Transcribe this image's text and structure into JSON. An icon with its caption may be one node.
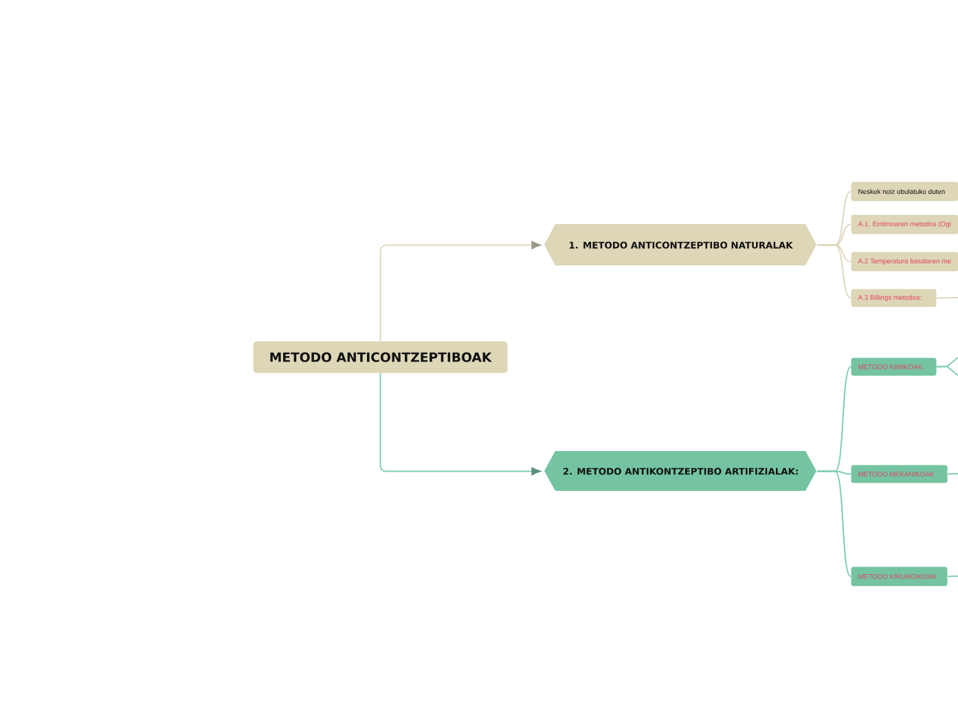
{
  "diagram": {
    "nodes": [
      {
        "text": [
          "METODO ANTICONTZEPTIBOAK"
        ]
      },
      {
        "text": [
          "1. METODO ANTICONTZEPTIBO NATURALAK"
        ]
      },
      {
        "text": [
          "Neskek noiz obulatuko duten"
        ]
      },
      {
        "text": [
          "A.1. Erritmoaren metodoa (Ogi"
        ]
      },
      {
        "text": [
          "A.2 Temperatura basalaren me"
        ]
      },
      {
        "text": [
          "A.3 Billings metodoa:"
        ]
      },
      {
        "text": [
          "2. METODO ANTIKONTZEPTIBO ARTIFIZIALAK:"
        ]
      },
      {
        "text": [
          "METODO KIMIKOAK:"
        ]
      },
      {
        "text": [
          "METODO MEKANIKOAK"
        ]
      },
      {
        "text": [
          "METODO KIRURGIKOAK"
        ]
      }
    ],
    "edges": [
      {
        "from": 0,
        "to": 1,
        "arrow": "to",
        "color": "#e0d8c0"
      },
      {
        "from": 0,
        "to": 6,
        "arrow": "to"
      },
      {
        "from": 1,
        "to": 2,
        "arrow": "none",
        "color": "#e0d8c0"
      },
      {
        "from": 1,
        "to": 3,
        "arrow": "none",
        "color": "#e0d8c0"
      },
      {
        "from": 1,
        "to": 4,
        "arrow": "none",
        "color": "#e0d8c0"
      },
      {
        "from": 1,
        "to": 5,
        "arrow": "none",
        "color": "#e0d8c0"
      },
      {
        "from": 6,
        "to": 7,
        "arrow": "none"
      },
      {
        "from": 6,
        "to": 8,
        "arrow": "none"
      },
      {
        "from": 6,
        "to": 9,
        "arrow": "none"
      },
      {
        "from": 5,
        "to": null,
        "arrow": "none",
        "color": "#e0d8c0"
      },
      {
        "from": 7,
        "to": null,
        "arrow": "none"
      },
      {
        "from": 7,
        "to": null,
        "arrow": "none"
      },
      {
        "from": 8,
        "to": null,
        "arrow": "none"
      },
      {
        "from": 9,
        "to": null,
        "arrow": "none"
      }
    ]
  }
}
